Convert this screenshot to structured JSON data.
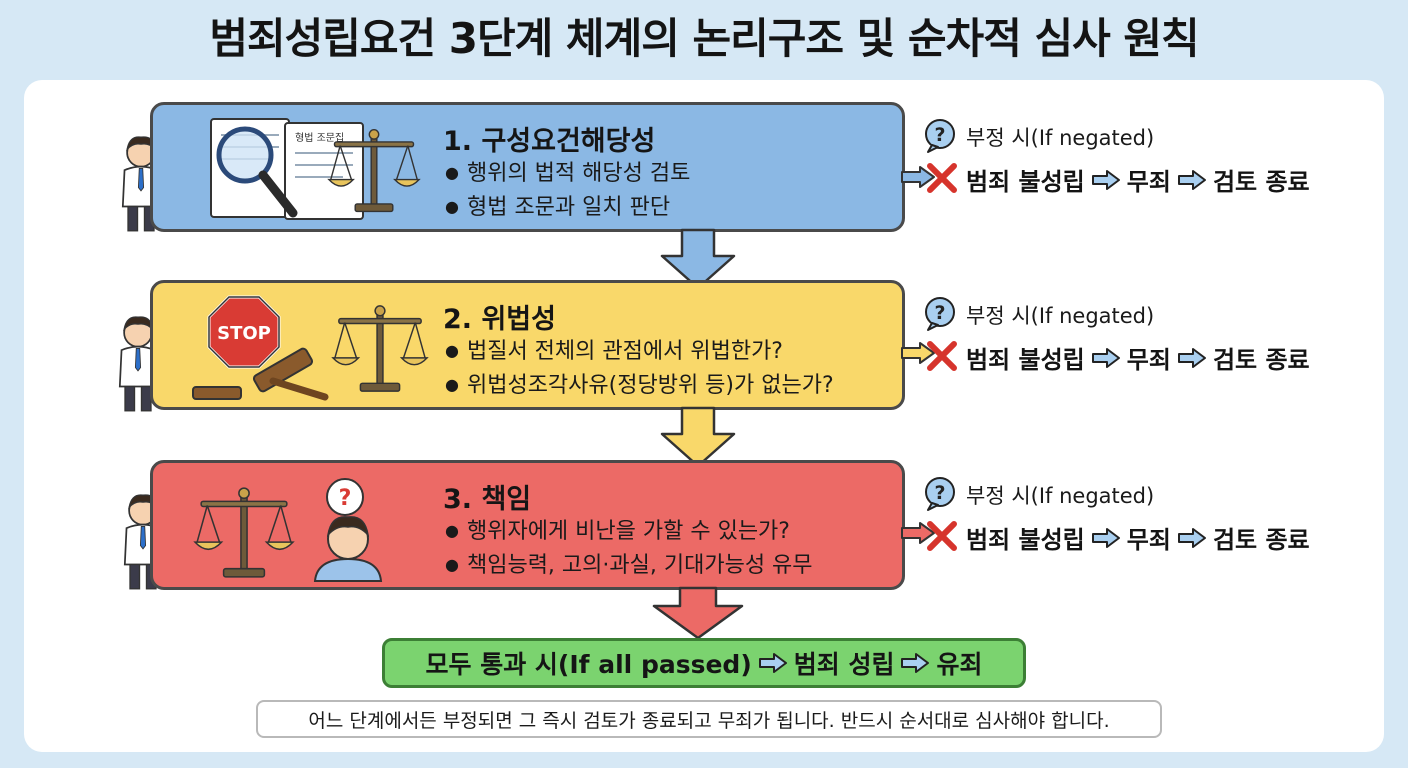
{
  "title": "범죄성립요건 3단계 체계의 논리구조 및 순차적 심사 원칙",
  "colors": {
    "stage1": "#8bb8e4",
    "stage2": "#f9d86a",
    "stage3": "#ec6a66",
    "pass": "#7bd36f",
    "background": "#d6e8f5"
  },
  "stages": [
    {
      "title": "1. 구성요건해당성",
      "bullets": [
        "행위의 법적 해당성 검토",
        "형법 조문과 일치 판단"
      ],
      "illustration": "magnifier-document-scale-icon",
      "doc_label": "형법 조문집",
      "negated": {
        "label": "부정 시(If negated)",
        "result": "범죄 불성립",
        "verdict": "무죄",
        "end": "검토 종료"
      }
    },
    {
      "title": "2. 위법성",
      "bullets": [
        "법질서 전체의 관점에서 위법한가?",
        "위법성조각사유(정당방위 등)가 없는가?"
      ],
      "illustration": "stop-gavel-scale-icon",
      "stop_label": "STOP",
      "negated": {
        "label": "부정 시(If negated)",
        "result": "범죄 불성립",
        "verdict": "무죄",
        "end": "검토 종료"
      }
    },
    {
      "title": "3. 책임",
      "bullets": [
        "행위자에게 비난을 가할 수 있는가?",
        "책임능력, 고의·과실, 기대가능성 유무"
      ],
      "illustration": "scale-person-question-icon",
      "question_mark": "?",
      "negated": {
        "label": "부정 시(If negated)",
        "result": "범죄 불성립",
        "verdict": "무죄",
        "end": "검토 종료"
      }
    }
  ],
  "pass": {
    "prefix": "모두 통과 시(If all passed)",
    "result": "범죄 성립",
    "verdict": "유죄"
  },
  "note": "어느 단계에서든 부정되면 그 즉시 검토가 종료되고 무죄가 됩니다. 반드시 순서대로 심사해야 합니다."
}
